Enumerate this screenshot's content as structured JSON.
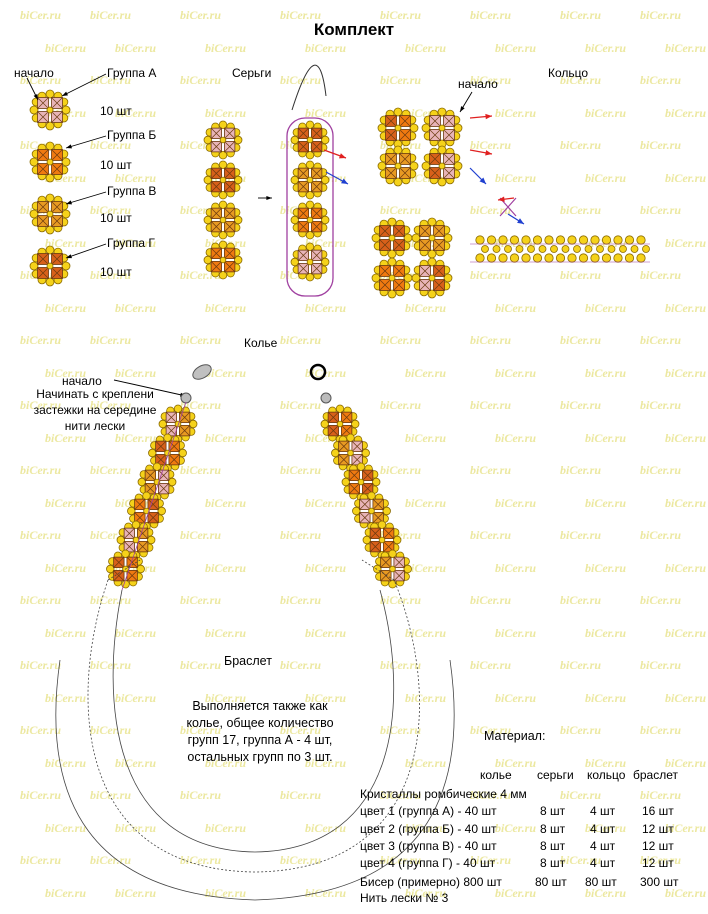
{
  "title": "Комплект",
  "watermark": "biCer.ru",
  "legend": {
    "start": "начало",
    "groups": [
      {
        "name": "Группа А",
        "count": "10 шт"
      },
      {
        "name": "Группа Б",
        "count": "10 шт"
      },
      {
        "name": "Группа В",
        "count": "10 шт"
      },
      {
        "name": "Группа Г",
        "count": "10 шт"
      }
    ]
  },
  "earrings": {
    "title": "Серьги"
  },
  "ring": {
    "title": "Кольцо",
    "start": "начало"
  },
  "necklace": {
    "title": "Колье",
    "start": "начало",
    "note": [
      "Начинать с креплени",
      "застежки на середине",
      "нити лески"
    ]
  },
  "bracelet": {
    "title": "Браслет",
    "note": [
      "Выполняется также как",
      "колье, общее количество",
      "групп 17, группа А - 4 шт,",
      "остальных групп по 3 шт."
    ]
  },
  "materials": {
    "title": "Материал:",
    "columns": [
      "колье",
      "серьги",
      "кольцо",
      "браслет"
    ],
    "crystals": "Кристаллы ромбические 4 мм",
    "rows": [
      {
        "label": "цвет 1 (группа А) - 40 шт",
        "earrings": "8 шт",
        "ring": "4 шт",
        "bracelet": "16 шт"
      },
      {
        "label": "цвет 2 (группа Б) - 40 шт",
        "earrings": "8 шт",
        "ring": "4 шт",
        "bracelet": "12 шт"
      },
      {
        "label": "цвет 3 (группа В) - 40 шт",
        "earrings": "8 шт",
        "ring": "4 шт",
        "bracelet": "12 шт"
      },
      {
        "label": "цвет 4 (группа Г) - 40 шт",
        "earrings": "8 шт",
        "ring": "4 шт",
        "bracelet": "12 шт"
      }
    ],
    "seed_beads": {
      "label": "Бисер (примерно) 800 шт",
      "earrings": "80 шт",
      "ring": "80 шт",
      "bracelet": "300 шт"
    },
    "thread": "Нить лески № 3"
  },
  "colors": {
    "bead_fill": "#f5d21a",
    "bead_stroke": "#8a6a00",
    "crystal_a": "#e8b4b8",
    "crystal_b": "#f07a10",
    "crystal_c": "#e89a22",
    "crystal_d": "#d8601a",
    "thread_red": "#e02020",
    "thread_blue": "#2040d0",
    "outline_purple": "#a040a0",
    "watermark": "#ece8a0"
  }
}
